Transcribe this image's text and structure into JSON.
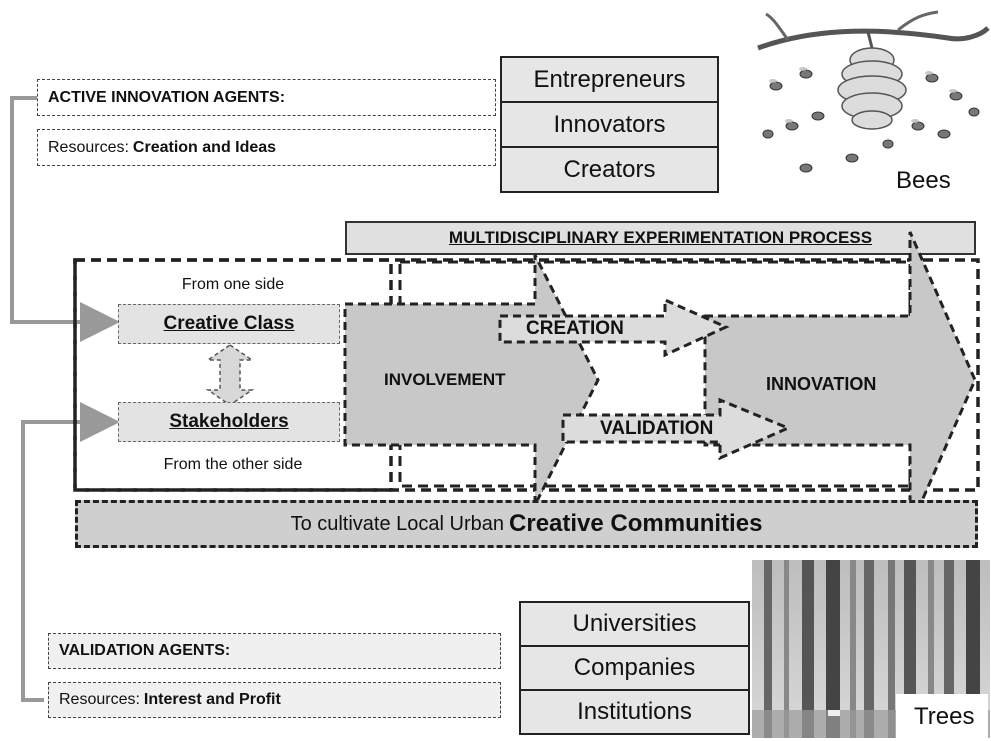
{
  "active_agents": {
    "title": "ACTIVE INNOVATION AGENTS:",
    "resources_prefix": "Resources: ",
    "resources_value": "Creation and Ideas"
  },
  "bees_stack": [
    "Entrepreneurs",
    "Innovators",
    "Creators"
  ],
  "bees_caption": "Bees",
  "process_title": "MULTIDISCIPLINARY EXPERIMENTATION PROCESS",
  "left_group": {
    "top_note": "From one side",
    "creative_class": "Creative Class",
    "stakeholders": "Stakeholders",
    "bottom_note": "From the other side"
  },
  "arrows": {
    "involvement": "INVOLVEMENT",
    "creation": "CREATION",
    "validation": "VALIDATION",
    "innovation": "INNOVATION"
  },
  "bottom_bar": {
    "prefix": "To cultivate Local Urban ",
    "emphasis": "Creative Communities"
  },
  "validation_agents": {
    "title": "VALIDATION AGENTS:",
    "resources_prefix": "Resources: ",
    "resources_value": "Interest and Profit"
  },
  "trees_stack": [
    "Universities",
    "Companies",
    "Institutions"
  ],
  "trees_caption": "Trees",
  "colors": {
    "fill_grey": "#c8c8c8",
    "light_grey": "#e3e3e3",
    "connector": "#999999"
  }
}
